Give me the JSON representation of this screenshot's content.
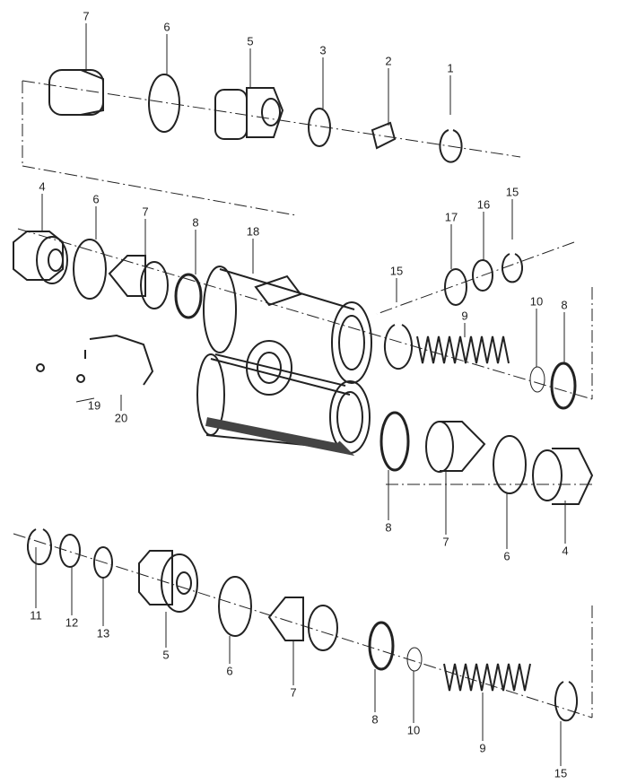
{
  "diagram": {
    "type": "exploded parts diagram",
    "top_row_labels": [
      "7",
      "6",
      "5",
      "3",
      "2",
      "1"
    ],
    "middle_labels": [
      "4",
      "6",
      "7",
      "8",
      "18",
      "17",
      "16",
      "15",
      "15",
      "9",
      "10",
      "8",
      "19",
      "20",
      "8",
      "7",
      "6",
      "4"
    ],
    "bottom_row_labels": [
      "11",
      "12",
      "13",
      "5",
      "6",
      "7",
      "8",
      "10",
      "9",
      "15"
    ]
  }
}
